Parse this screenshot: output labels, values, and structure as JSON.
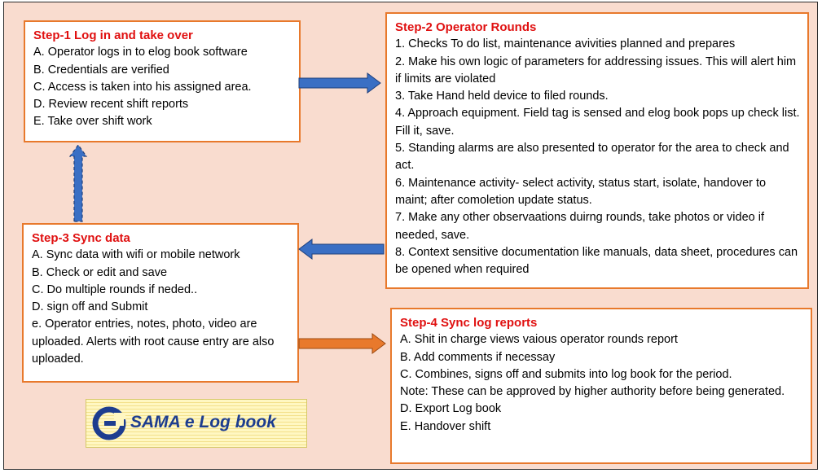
{
  "steps": [
    {
      "title": "Step-1 Log in and take over",
      "lines": [
        "A. Operator logs in to elog book software",
        "B. Credentials are verified",
        "C. Access is taken into his assigned area.",
        "D. Review recent shift reports",
        "E. Take over shift work"
      ]
    },
    {
      "title": "Step-2 Operator Rounds",
      "lines": [
        "1. Checks To do list, maintenance avivities planned and prepares",
        "2. Make his own logic of parameters for addressing issues. This will alert him if limits are violated",
        "3. Take Hand held device to filed rounds.",
        "4. Approach equipment. Field tag is sensed and elog book pops up check list. Fill it, save.",
        "5. Standing alarms are also presented to operator for the area to check and act.",
        "6. Maintenance activity- select activity, status start, isolate, handover to maint; after comoletion update status.",
        "7. Make any other observaations duirng rounds, take photos or video if needed, save.",
        "8. Context sensitive documentation like manuals, data sheet, procedures can be opened when required"
      ]
    },
    {
      "title": "Step-3 Sync data",
      "lines": [
        "A. Sync data with wifi or mobile network",
        "B. Check or edit and save",
        "C. Do multiple rounds if neded..",
        "D. sign off and Submit",
        "e. Operator entries, notes, photo, video are uploaded. Alerts with root cause entry are also uploaded."
      ]
    },
    {
      "title": "Step-4 Sync log reports",
      "lines": [
        "A. Shit in charge views vaious operator rounds report",
        "B. Add comments if necessay",
        "C. Combines, signs off and submits into log book for the period.",
        "Note: These can be approved by higher authority before being generated.",
        "D. Export Log book",
        "E. Handover shift"
      ]
    }
  ],
  "logo": {
    "text": "SAMA e Log book",
    "icon": "sama-logo-icon"
  },
  "colors": {
    "background": "#f9dccf",
    "box_border": "#e8792c",
    "title": "#e01010",
    "arrow_blue": "#3a6fc4",
    "arrow_orange": "#e8792c"
  }
}
